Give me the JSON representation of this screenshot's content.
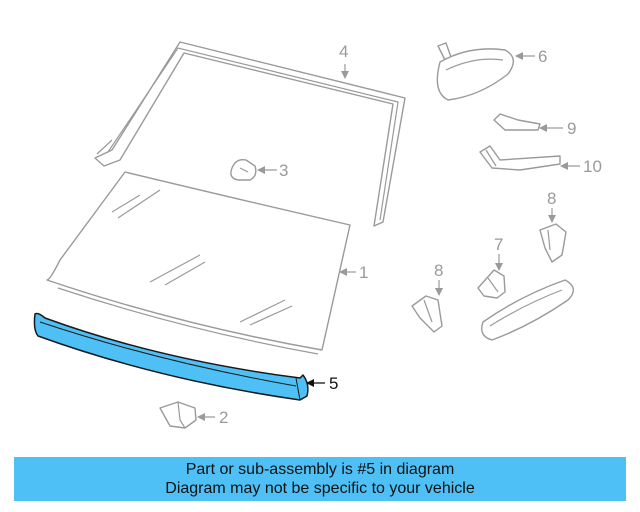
{
  "diagram": {
    "highlight_color": "#4fc0f5",
    "line_color": "#9a9a9a",
    "highlighted_part": "5",
    "callouts": {
      "c1": "1",
      "c2": "2",
      "c3": "3",
      "c4": "4",
      "c5": "5",
      "c6": "6",
      "c7": "7",
      "c8a": "8",
      "c8b": "8",
      "c9": "9",
      "c10": "10"
    }
  },
  "banner": {
    "line1": "Part or sub-assembly is #5 in diagram",
    "line2": "Diagram may not be specific to your vehicle"
  }
}
